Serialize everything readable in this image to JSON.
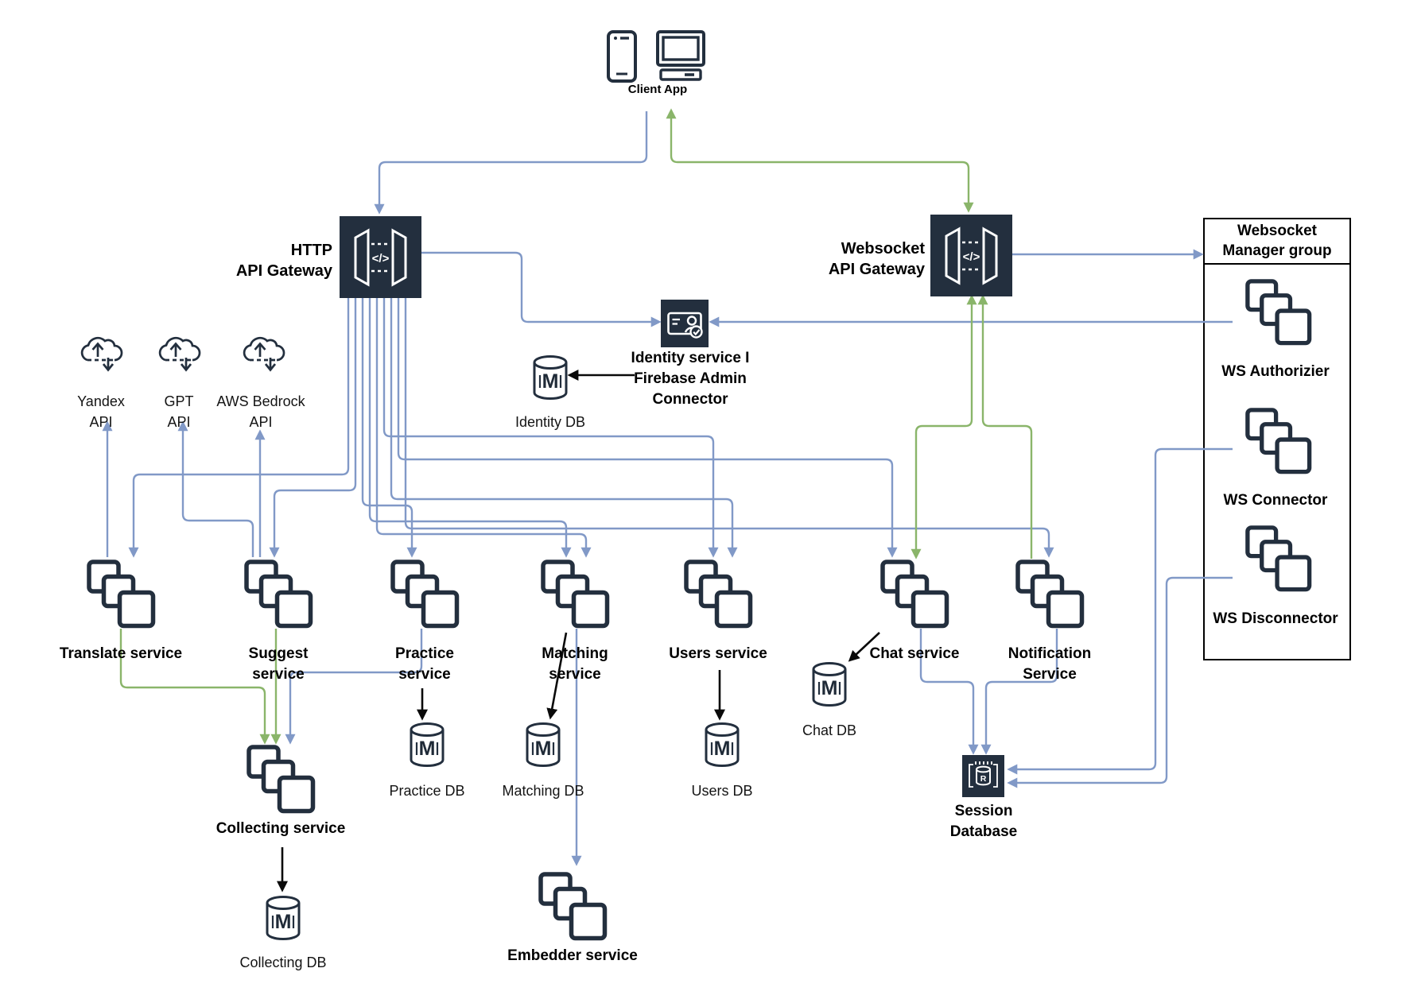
{
  "title": "Microservices architecture diagram",
  "colors": {
    "line_blue": "#8199c7",
    "line_green": "#8ab56a",
    "line_black": "#0a0a0a",
    "node_dark": "#232f3e",
    "icon_stroke": "#232f3e",
    "label_text": "#000000",
    "background": "#ffffff"
  },
  "glyphs": {
    "gateway": "</>",
    "mongo": "M",
    "redis": "R"
  },
  "client": {
    "label": "Client App"
  },
  "gateways": {
    "http": {
      "line1": "HTTP",
      "line2": "API Gateway"
    },
    "websocket": {
      "line1": "Websocket",
      "line2": "API Gateway"
    }
  },
  "identity": {
    "line1": "Identity service I",
    "line2": "Firebase Admin",
    "line3": "Connector",
    "db": "Identity DB"
  },
  "external_apis": {
    "yandex": {
      "line1": "Yandex",
      "line2": "API"
    },
    "gpt": {
      "line1": "GPT",
      "line2": "API"
    },
    "bedrock": {
      "line1": "AWS Bedrock",
      "line2": "API"
    }
  },
  "services": {
    "translate": {
      "label": "Translate service"
    },
    "suggest": {
      "line1": "Suggest",
      "line2": "service"
    },
    "practice": {
      "line1": "Practice",
      "line2": "service"
    },
    "matching": {
      "line1": "Matching",
      "line2": "service"
    },
    "users": {
      "label": "Users service"
    },
    "chat": {
      "label": "Chat service"
    },
    "notification": {
      "line1": "Notification",
      "line2": "Service"
    },
    "collecting": {
      "label": "Collecting service"
    },
    "embedder": {
      "label": "Embedder service"
    }
  },
  "databases": {
    "practice": "Practice DB",
    "matching": "Matching DB",
    "users": "Users DB",
    "chat": "Chat DB",
    "collecting": "Collecting DB",
    "session": {
      "line1": "Session",
      "line2": "Database"
    }
  },
  "websocket_group": {
    "title1": "Websocket",
    "title2": "Manager group",
    "items": {
      "authorizer": "WS Authorizier",
      "connector": "WS Connector",
      "disconnector": "WS Disconnector"
    }
  }
}
